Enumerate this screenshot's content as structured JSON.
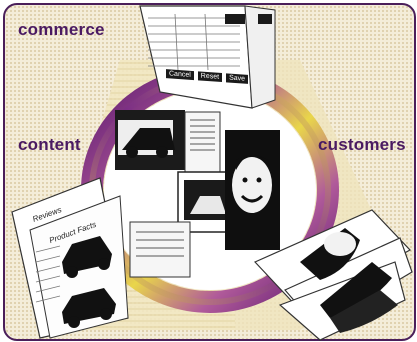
{
  "labels": {
    "commerce": "commerce",
    "content": "content",
    "customers": "customers"
  },
  "form_buttons": [
    "Cancel",
    "Reset",
    "Save"
  ],
  "doc_title": "Reviews",
  "doc_subtitle": "Product Facts",
  "colors": {
    "background": "#f4edd9",
    "frame": "#4a1f5a",
    "label_text": "#4a1a62",
    "ring_purple": "#6b1f7a",
    "ring_yellow": "#e8d84a"
  }
}
